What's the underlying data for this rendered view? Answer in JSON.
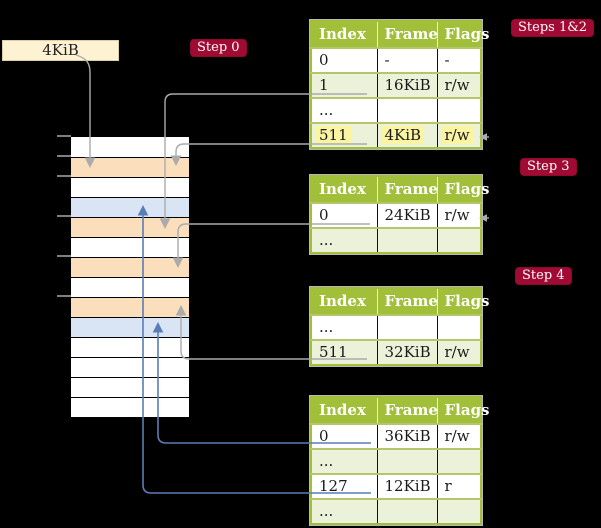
{
  "register_box": {
    "label": "4KiB"
  },
  "badges": [
    {
      "id": "step0",
      "label": "Step 0"
    },
    {
      "id": "steps12",
      "label": "Steps 1&2"
    },
    {
      "id": "step3",
      "label": "Step 3"
    },
    {
      "id": "step4",
      "label": "Step 4"
    }
  ],
  "memory": {
    "rows": [
      {
        "color": "white"
      },
      {
        "color": "orange"
      },
      {
        "color": "white"
      },
      {
        "color": "blue"
      },
      {
        "color": "orange"
      },
      {
        "color": "white"
      },
      {
        "color": "orange"
      },
      {
        "color": "white"
      },
      {
        "color": "orange"
      },
      {
        "color": "blue"
      },
      {
        "color": "white"
      },
      {
        "color": "white"
      },
      {
        "color": "white"
      },
      {
        "color": "white"
      }
    ]
  },
  "tables": [
    {
      "id": "table-steps12",
      "headers": [
        "Index",
        "Frame",
        "Flags"
      ],
      "rows": [
        {
          "index": "0",
          "frame": "-",
          "flags": "-",
          "shaded": false,
          "highlighted": false
        },
        {
          "index": "1",
          "frame": "16KiB",
          "flags": "r/w",
          "shaded": true,
          "highlighted": false
        },
        {
          "index": "...",
          "frame": "",
          "flags": "",
          "shaded": false,
          "highlighted": false
        },
        {
          "index": "511",
          "frame": "4KiB",
          "flags": "r/w",
          "shaded": true,
          "highlighted": true
        }
      ]
    },
    {
      "id": "table-step3",
      "headers": [
        "Index",
        "Frame",
        "Flags"
      ],
      "rows": [
        {
          "index": "0",
          "frame": "24KiB",
          "flags": "r/w",
          "shaded": false,
          "highlighted": false
        },
        {
          "index": "...",
          "frame": "",
          "flags": "",
          "shaded": true,
          "highlighted": false
        }
      ]
    },
    {
      "id": "table-step4",
      "headers": [
        "Index",
        "Frame",
        "Flags"
      ],
      "rows": [
        {
          "index": "...",
          "frame": "",
          "flags": "",
          "shaded": false,
          "highlighted": false
        },
        {
          "index": "511",
          "frame": "32KiB",
          "flags": "r/w",
          "shaded": true,
          "highlighted": false
        }
      ]
    },
    {
      "id": "table-final",
      "headers": [
        "Index",
        "Frame",
        "Flags"
      ],
      "rows": [
        {
          "index": "0",
          "frame": "36KiB",
          "flags": "r/w",
          "shaded": false,
          "highlighted": false
        },
        {
          "index": "...",
          "frame": "",
          "flags": "",
          "shaded": true,
          "highlighted": false
        },
        {
          "index": "127",
          "frame": "12KiB",
          "flags": "r",
          "shaded": false,
          "highlighted": false
        },
        {
          "index": "...",
          "frame": "",
          "flags": "",
          "shaded": true,
          "highlighted": false
        }
      ]
    }
  ],
  "arrows": [
    {
      "id": "cr3",
      "from": "register-4KiB",
      "to_memory_row": 1,
      "color_key": "arrow_gray"
    },
    {
      "id": "l4e1",
      "from": "table-steps12-row-1",
      "to_memory_row": 4,
      "color_key": "arrow_gray"
    },
    {
      "id": "l4e511",
      "from": "table-steps12-row-511",
      "to_memory_row": 1,
      "color_key": "arrow_gray"
    },
    {
      "id": "l3e0",
      "from": "table-step3-row-0",
      "to_memory_row": 6,
      "color_key": "arrow_gray"
    },
    {
      "id": "l2e511",
      "from": "table-step4-row-511",
      "to_memory_row": 8,
      "color_key": "arrow_gray"
    },
    {
      "id": "l1e0",
      "from": "table-final-row-0",
      "to_memory_row": 9,
      "color_key": "arrow_blue"
    },
    {
      "id": "l1e127",
      "from": "table-final-row-127",
      "to_memory_row": 3,
      "color_key": "arrow_blue"
    },
    {
      "id": "stub1",
      "from": "offscreen-right",
      "to": "table-steps12-row-511",
      "color_key": "arrow_gray"
    },
    {
      "id": "stub2",
      "from": "offscreen-right",
      "to": "table-step3-row-0",
      "color_key": "arrow_gray"
    }
  ],
  "colors": {
    "badge_bg": "#a00a33",
    "register_bg": "#fdf2d2",
    "table_header_bg": "#a2bf3a",
    "table_shaded_row": "#ecf1da",
    "highlight_yellow": "#fbf4a2",
    "memory_orange": "#fbdfbd",
    "memory_blue": "#d9e4f4",
    "arrow_gray": "#ababab",
    "arrow_blue": "#5b7db5",
    "tick_gray": "#7f7f7f"
  }
}
